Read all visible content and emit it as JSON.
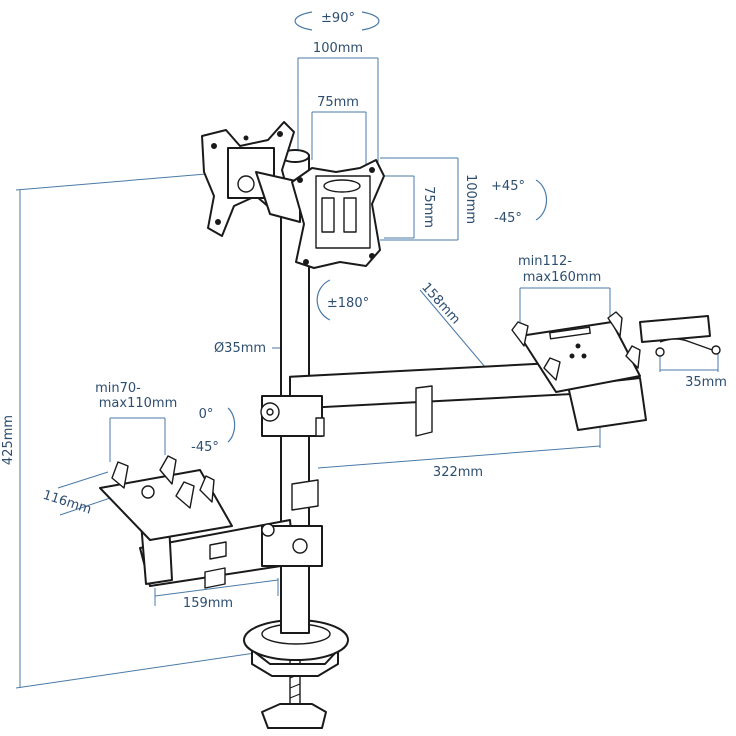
{
  "labels": {
    "rot_pm90": "±90°",
    "w100": "100mm",
    "w75": "75mm",
    "h75": "75mm",
    "h100": "100mm",
    "tilt_up": "+45°",
    "tilt_down": "-45°",
    "rot_pm180": "±180°",
    "pole_dia": "Ø35mm",
    "laptop_min": "min112-",
    "laptop_max": "max160mm",
    "laptop_depth": "158mm",
    "laptop_hook": "35mm",
    "height": "425mm",
    "tablet_min": "min70-",
    "tablet_max": "max110mm",
    "tablet_zero": "0°",
    "tablet_tilt": "-45°",
    "arm_long": "322mm",
    "tablet_depth": "116mm",
    "arm_short": "159mm"
  }
}
